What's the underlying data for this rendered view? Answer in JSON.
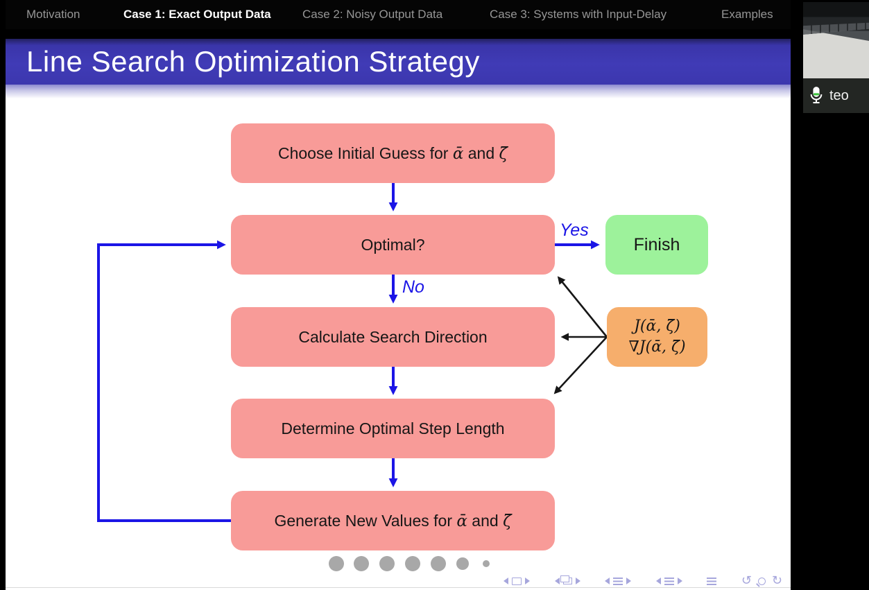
{
  "nav": {
    "items": [
      {
        "label": "Motivation",
        "active": false
      },
      {
        "label": "Case 1: Exact Output Data",
        "active": true
      },
      {
        "label": "Case 2: Noisy Output Data",
        "active": false
      },
      {
        "label": "Case 3: Systems with Input-Delay",
        "active": false
      },
      {
        "label": "Examples",
        "active": false
      }
    ]
  },
  "slide": {
    "title": "Line Search Optimization Strategy",
    "flowchart": {
      "choose": {
        "prefix": "Choose Initial Guess for ",
        "sym1": "ᾱ",
        "mid": " and ",
        "sym2": "ζ̄"
      },
      "optimal": "Optimal?",
      "finish": "Finish",
      "calculate": "Calculate Search Direction",
      "determine": "Determine Optimal Step Length",
      "generate": {
        "prefix": "Generate New Values for ",
        "sym1": "ᾱ",
        "mid": " and ",
        "sym2": "ζ̄"
      },
      "cost_line1": "J(ᾱ, ζ̄)",
      "cost_line2": "∇J(ᾱ, ζ̄)",
      "yes_label": "Yes",
      "no_label": "No"
    },
    "colors": {
      "title_bar_blue": "#3c37ae",
      "process_box_pink": "#f89b98",
      "terminal_box_green": "#9df29b",
      "data_box_orange": "#f6ae6c",
      "flow_arrow_blue": "#1b15e6",
      "callout_arrow_black": "#161616",
      "progress_dot_gray": "#a8a8a8",
      "beamer_nav_lavender": "#9191d4"
    },
    "progress_dots": {
      "count": 7
    }
  },
  "beamer_nav": {
    "undo_glyph": "↺",
    "redo_glyph": "↻",
    "icons": [
      "prev-slide-icon",
      "slide-icon",
      "next-slide-icon",
      "prev-frame-icon",
      "frame-icon",
      "next-frame-icon",
      "prev-subsection-icon",
      "subsection-icon",
      "next-subsection-icon",
      "prev-section-icon",
      "section-icon",
      "next-section-icon",
      "document-icon",
      "undo-icon",
      "search-icon",
      "redo-icon"
    ]
  },
  "participant": {
    "name": "teo",
    "icon": "microphone-icon"
  }
}
